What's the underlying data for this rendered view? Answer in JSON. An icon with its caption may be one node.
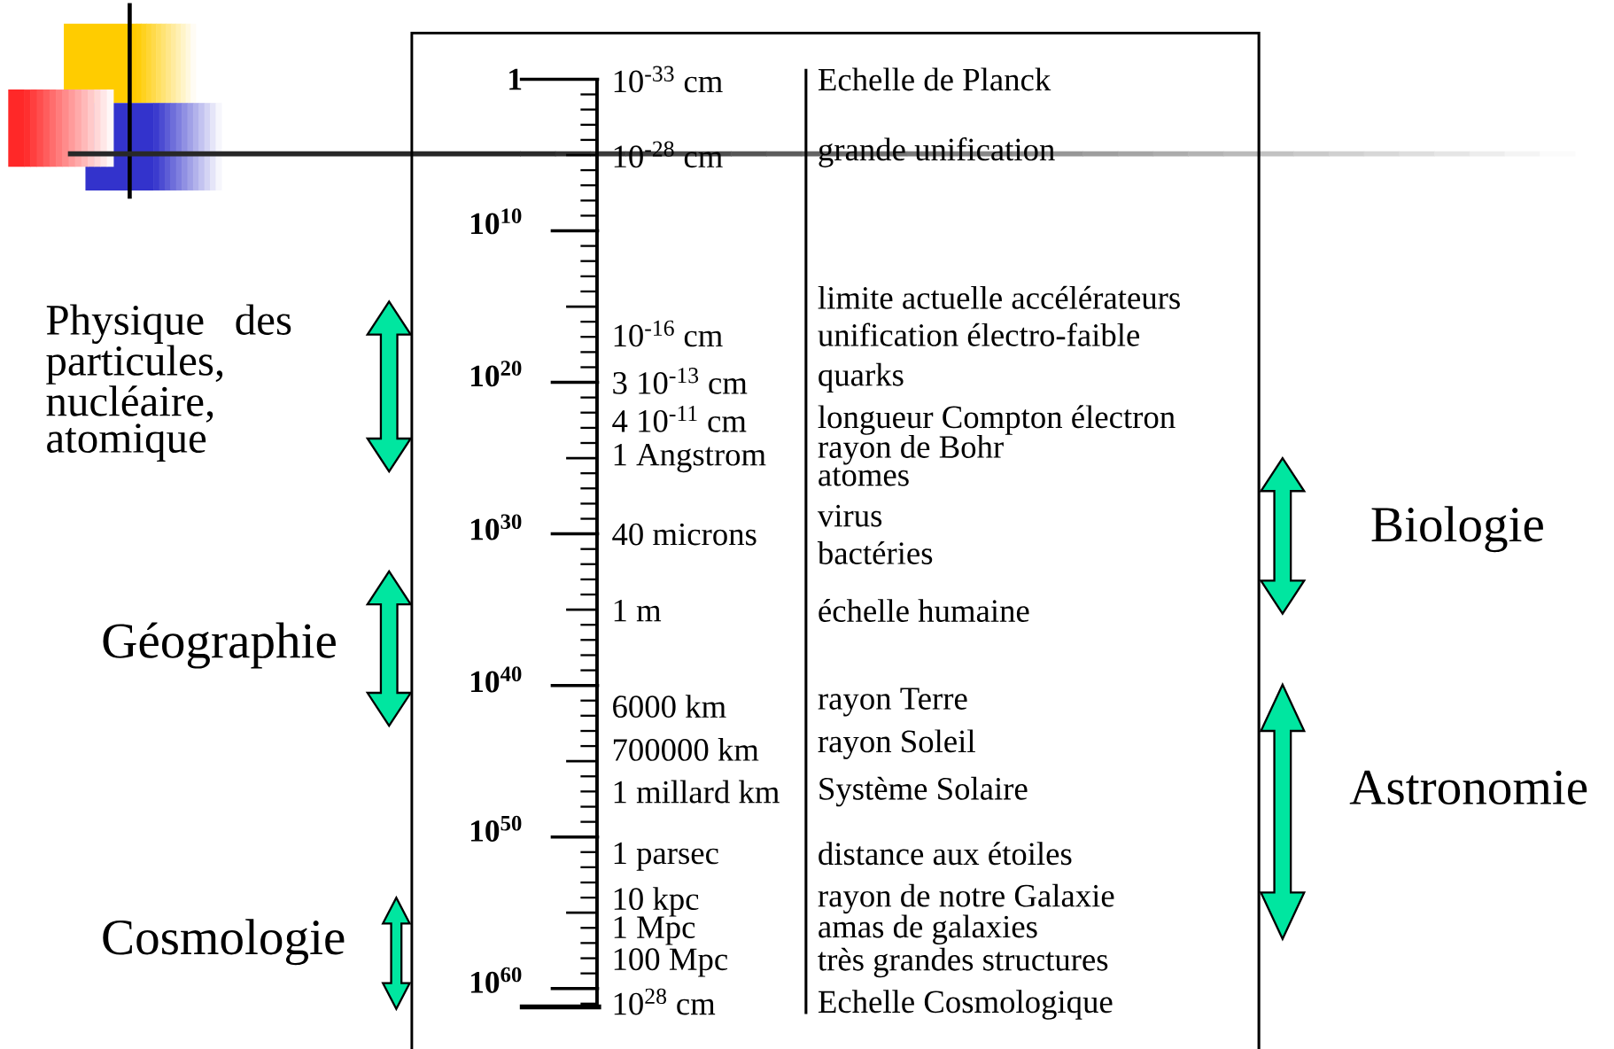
{
  "diagram": {
    "labels": [
      "Physique des particules, nucléaire, atomique",
      "Géographie",
      "Cosmologie",
      "1",
      "10$^{10}$",
      "10$^{20}$",
      "10$^{30}$",
      "10$^{40}$",
      "10$^{50}$",
      "10$^{60}$",
      "10$^{-33}$ cm",
      "10$^{-28}$ cm",
      "10$^{-16}$ cm",
      "3 10$^{-13}$ cm",
      "4 10$^{-11}$ cm",
      "1 Angstrom",
      "40 microns",
      "1 m",
      "6000 km",
      "700000 km",
      "1 millard km",
      "1 parsec",
      "10 kpc",
      "1 Mpc",
      "100 Mpc",
      "10$^{28}$ cm",
      "Echelle de Planck",
      "grande unification",
      "limite actuelle accélérateurs",
      "unification électro-faible",
      "quarks",
      "longueur Compton électron",
      "rayon de Bohr",
      "atomes",
      "virus",
      "bactéries",
      "échelle humaine",
      "rayon Terre",
      "rayon Soleil",
      "Système Solaire",
      "distance aux étoiles",
      "rayon de notre Galaxie",
      "amas de galaxies",
      "très grandes structures",
      "Echelle Cosmologique",
      "Biologie",
      "Astronomie"
    ]
  }
}
